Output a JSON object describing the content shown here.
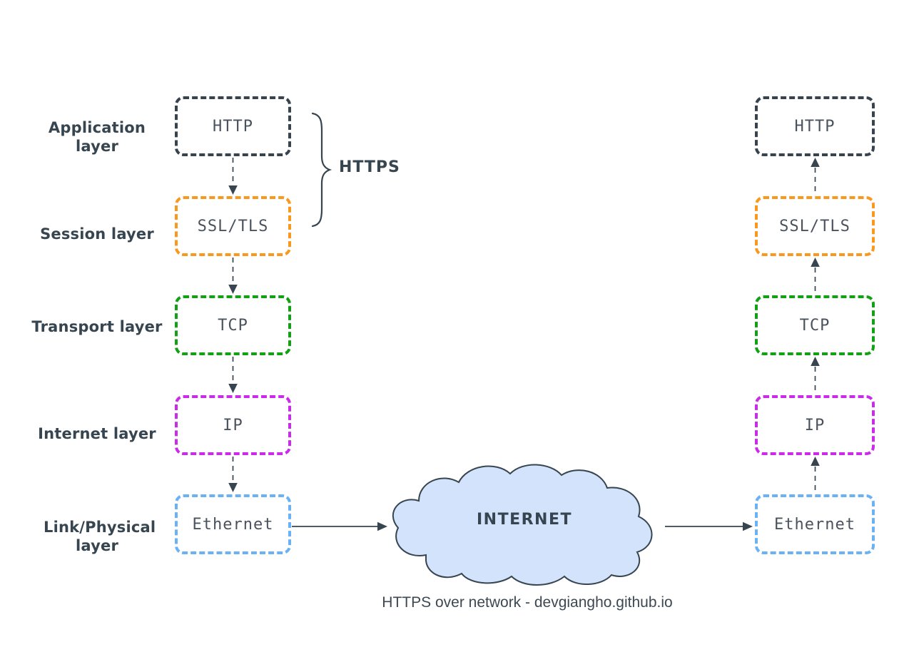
{
  "diagram": {
    "caption": "HTTPS over network - devgiangho.github.io",
    "https_label": "HTTPS",
    "cloud": {
      "label": "INTERNET",
      "fill": "#D2E3FB",
      "stroke": "#36454F"
    },
    "layers": [
      {
        "label": "Application layer"
      },
      {
        "label": "Session layer"
      },
      {
        "label": "Transport layer"
      },
      {
        "label": "Internet layer"
      },
      {
        "label": "Link/Physical layer"
      }
    ],
    "protocols": [
      {
        "label": "HTTP",
        "border_color": "#37434E"
      },
      {
        "label": "SSL/TLS",
        "border_color": "#F8981F"
      },
      {
        "label": "TCP",
        "border_color": "#12A014"
      },
      {
        "label": "IP",
        "border_color": "#C92BE8"
      },
      {
        "label": "Ethernet",
        "border_color": "#6BB2F5"
      }
    ],
    "colors": {
      "line": "#36454F",
      "label_text": "#36454F",
      "box_text": "#4A535D"
    }
  }
}
